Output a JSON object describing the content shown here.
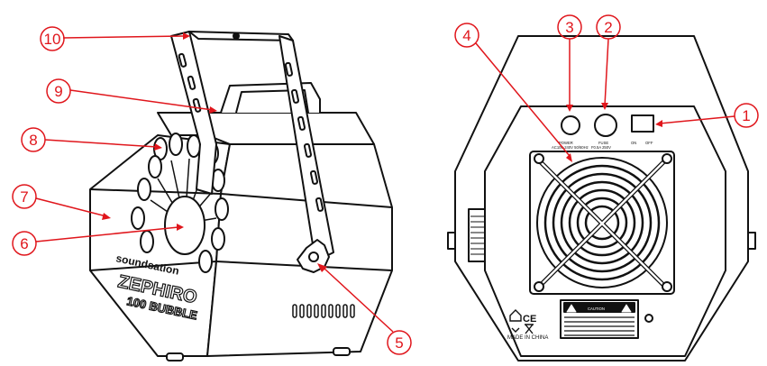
{
  "brand": "soundsation",
  "model_line1": "ZEPHIRO",
  "model_line2": "100 BUBBLE",
  "made_in": "MADE IN CHINA",
  "back_labels": {
    "power": "POWER",
    "power_sub": "AC100-240V 50/60Hz",
    "fuse": "FUSE",
    "fuse_sub": "F0.5A 250V",
    "on": "ON",
    "off": "OFF",
    "caution": "CAUTION"
  },
  "callouts": [
    {
      "id": "c1",
      "number": "1"
    },
    {
      "id": "c2",
      "number": "2"
    },
    {
      "id": "c3",
      "number": "3"
    },
    {
      "id": "c4",
      "number": "4"
    },
    {
      "id": "c5",
      "number": "5"
    },
    {
      "id": "c6",
      "number": "6"
    },
    {
      "id": "c7",
      "number": "7"
    },
    {
      "id": "c8",
      "number": "8"
    },
    {
      "id": "c9",
      "number": "9"
    },
    {
      "id": "c10",
      "number": "10"
    }
  ],
  "colors": {
    "callout": "#e0161c",
    "outline": "#111111",
    "fill": "#ffffff"
  }
}
